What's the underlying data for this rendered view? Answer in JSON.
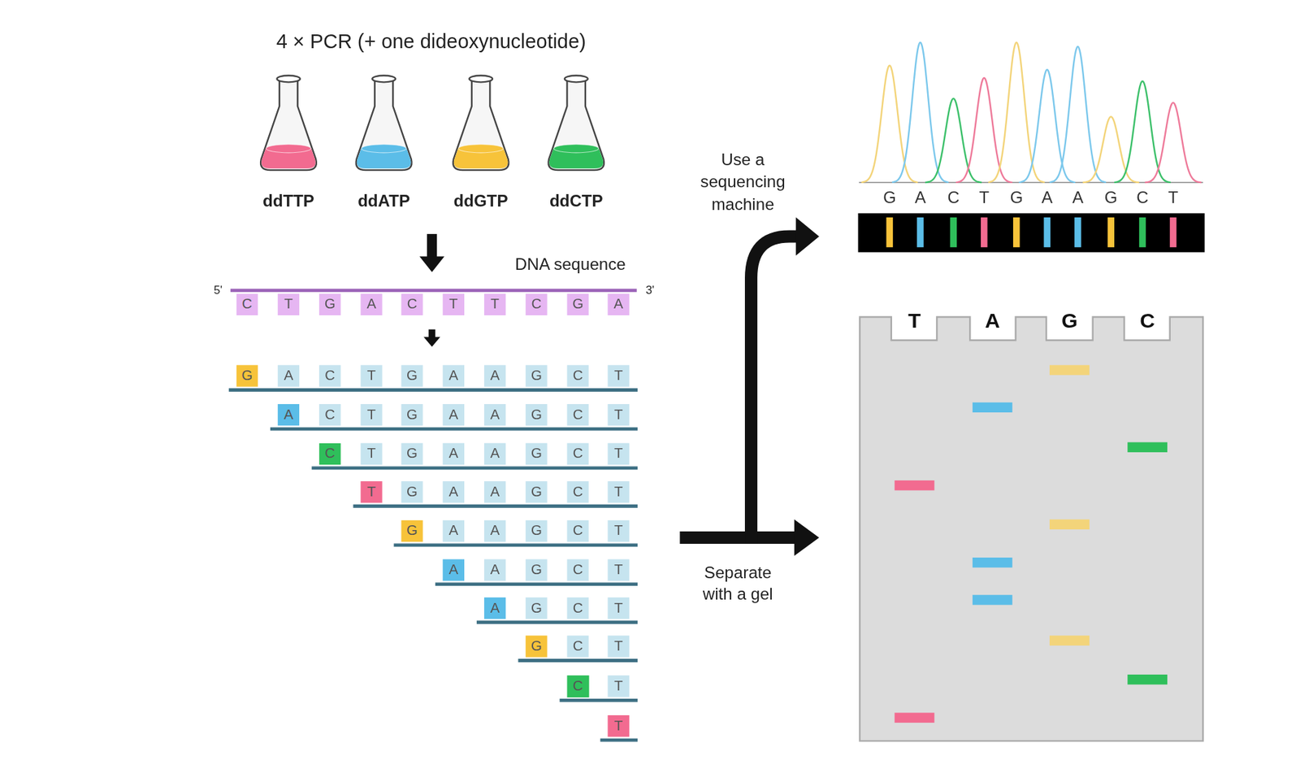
{
  "diagram": {
    "title": "4 × PCR (+ one dideoxynucleotide)",
    "nodes": [
      {
        "text": [
          "C"
        ]
      },
      {
        "text": [
          "T"
        ]
      },
      {
        "text": [
          "G"
        ]
      },
      {
        "text": [
          "A"
        ]
      },
      {
        "text": [
          "C"
        ]
      },
      {
        "text": [
          "T"
        ]
      },
      {
        "text": [
          "T"
        ]
      },
      {
        "text": [
          "C"
        ]
      },
      {
        "text": [
          "G"
        ]
      },
      {
        "text": [
          "A"
        ]
      },
      {
        "text": [
          "G"
        ]
      },
      {
        "text": [
          "A"
        ]
      },
      {
        "text": [
          "C"
        ]
      },
      {
        "text": [
          "T"
        ]
      },
      {
        "text": [
          "G"
        ]
      },
      {
        "text": [
          "A"
        ]
      },
      {
        "text": [
          "A"
        ]
      },
      {
        "text": [
          "G"
        ]
      },
      {
        "text": [
          "C"
        ]
      },
      {
        "text": [
          "T"
        ]
      },
      {
        "text": [
          "A"
        ]
      },
      {
        "text": [
          "C"
        ]
      },
      {
        "text": [
          "T"
        ]
      },
      {
        "text": [
          "G"
        ]
      },
      {
        "text": [
          "A"
        ]
      },
      {
        "text": [
          "A"
        ]
      },
      {
        "text": [
          "G"
        ]
      },
      {
        "text": [
          "C"
        ]
      },
      {
        "text": [
          "T"
        ]
      },
      {
        "text": [
          "C"
        ]
      },
      {
        "text": [
          "T"
        ]
      },
      {
        "text": [
          "G"
        ]
      },
      {
        "text": [
          "A"
        ]
      },
      {
        "text": [
          "A"
        ]
      },
      {
        "text": [
          "G"
        ]
      },
      {
        "text": [
          "C"
        ]
      },
      {
        "text": [
          "T"
        ]
      },
      {
        "text": [
          "T"
        ]
      },
      {
        "text": [
          "G"
        ]
      },
      {
        "text": [
          "A"
        ]
      },
      {
        "text": [
          "A"
        ]
      },
      {
        "text": [
          "G"
        ]
      },
      {
        "text": [
          "C"
        ]
      },
      {
        "text": [
          "T"
        ]
      },
      {
        "text": [
          "G"
        ]
      },
      {
        "text": [
          "A"
        ]
      },
      {
        "text": [
          "A"
        ]
      },
      {
        "text": [
          "G"
        ]
      },
      {
        "text": [
          "C"
        ]
      },
      {
        "text": [
          "T"
        ]
      },
      {
        "text": [
          "A"
        ]
      },
      {
        "text": [
          "A"
        ]
      },
      {
        "text": [
          "G"
        ]
      },
      {
        "text": [
          "C"
        ]
      },
      {
        "text": [
          "T"
        ]
      },
      {
        "text": [
          "A"
        ]
      },
      {
        "text": [
          "G"
        ]
      },
      {
        "text": [
          "C"
        ]
      },
      {
        "text": [
          "T"
        ]
      },
      {
        "text": [
          "G"
        ]
      },
      {
        "text": [
          "C"
        ]
      },
      {
        "text": [
          "T"
        ]
      },
      {
        "text": [
          "C"
        ]
      },
      {
        "text": [
          "T"
        ]
      },
      {
        "text": [
          "T"
        ]
      }
    ],
    "labels": [
      "ddTTP",
      "ddATP",
      "ddGTP",
      "ddCTP",
      "Use a sequencing machine",
      "DNA sequence",
      "5'",
      "3'",
      "G",
      "A",
      "C",
      "T",
      "G",
      "A",
      "A",
      "G",
      "C",
      "T",
      "T",
      "A",
      "G",
      "C",
      "Separate with a gel"
    ]
  }
}
